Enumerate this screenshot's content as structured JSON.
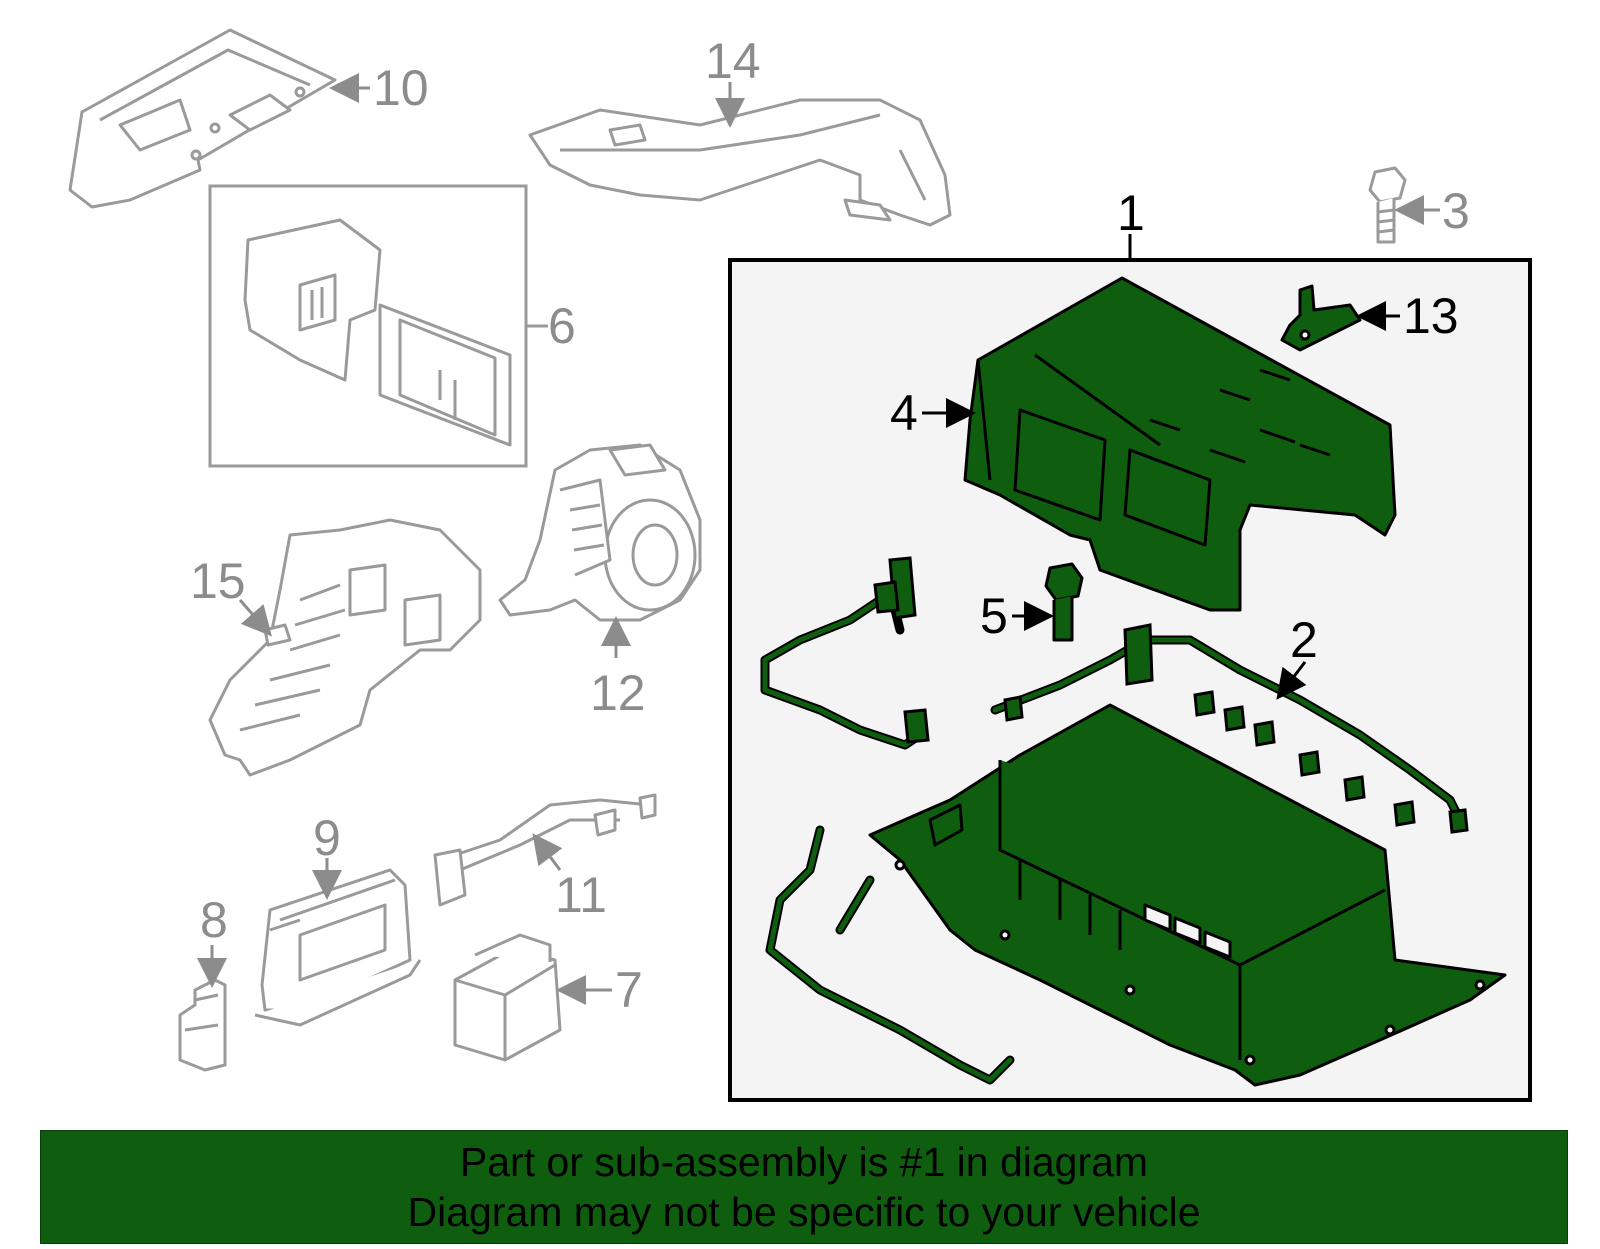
{
  "callouts": {
    "c1": "1",
    "c2": "2",
    "c3": "3",
    "c4": "4",
    "c5": "5",
    "c6": "6",
    "c7": "7",
    "c8": "8",
    "c9": "9",
    "c10": "10",
    "c11": "11",
    "c12": "12",
    "c13": "13",
    "c14": "14",
    "c15": "15"
  },
  "banner": {
    "line1": "Part or sub-assembly is #1 in diagram",
    "line2": "Diagram may not be specific to your vehicle"
  },
  "colors": {
    "highlight": "#0f5e0f",
    "outline_grey": "#9a9a9a",
    "assembly_box_bg": "#f4f4f4"
  }
}
